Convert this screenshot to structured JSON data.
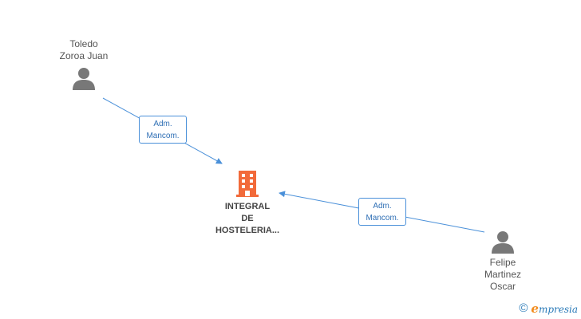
{
  "nodes": {
    "person_top": {
      "name": "Toledo\nZoroa Juan"
    },
    "company": {
      "name": "INTEGRAL\nDE\nHOSTELERIA..."
    },
    "person_bottom": {
      "name": "Felipe\nMartinez\nOscar"
    }
  },
  "edges": [
    {
      "from": "person_top",
      "to": "company",
      "label": "Adm.\nMancom."
    },
    {
      "from": "person_bottom",
      "to": "company",
      "label": "Adm.\nMancom."
    }
  ],
  "brand": {
    "copyright": "©",
    "initial": "e",
    "rest": "mpresia"
  },
  "colors": {
    "person_icon": "#787878",
    "company_icon": "#f26a3a",
    "edge": "#4a90d9"
  }
}
